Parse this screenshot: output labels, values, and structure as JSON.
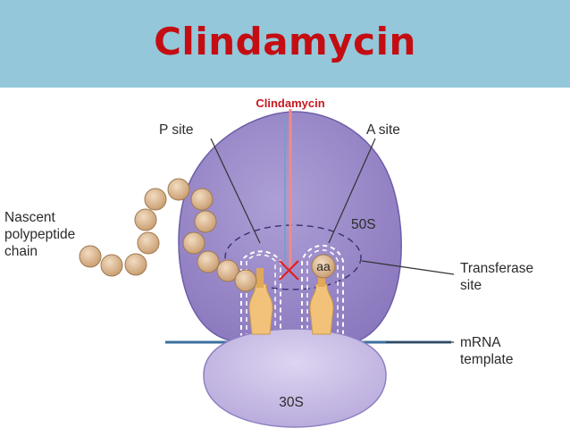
{
  "header": {
    "title": "Clindamycin"
  },
  "labels": {
    "drug": "Clindamycin",
    "p_site": "P site",
    "a_site": "A site",
    "nascent_line1": "Nascent",
    "nascent_line2": "polypeptide",
    "nascent_line3": "chain",
    "large_subunit": "50S",
    "amino_acid": "aa",
    "transferase_line1": "Transferase",
    "transferase_line2": "site",
    "mrna_line1": "mRNA",
    "mrna_line2": "template",
    "small_subunit": "30S"
  },
  "colors": {
    "header_bg": "#93c7d9",
    "title": "#c40d12",
    "subunit_50s": "#9a88c8",
    "subunit_30s": "#cbbfe6",
    "bead": "#d9b58e",
    "trna": "#f2c27a",
    "mrna": "#3b6f9e",
    "drug_line": "#f08a8a",
    "cross": "#e02020"
  }
}
